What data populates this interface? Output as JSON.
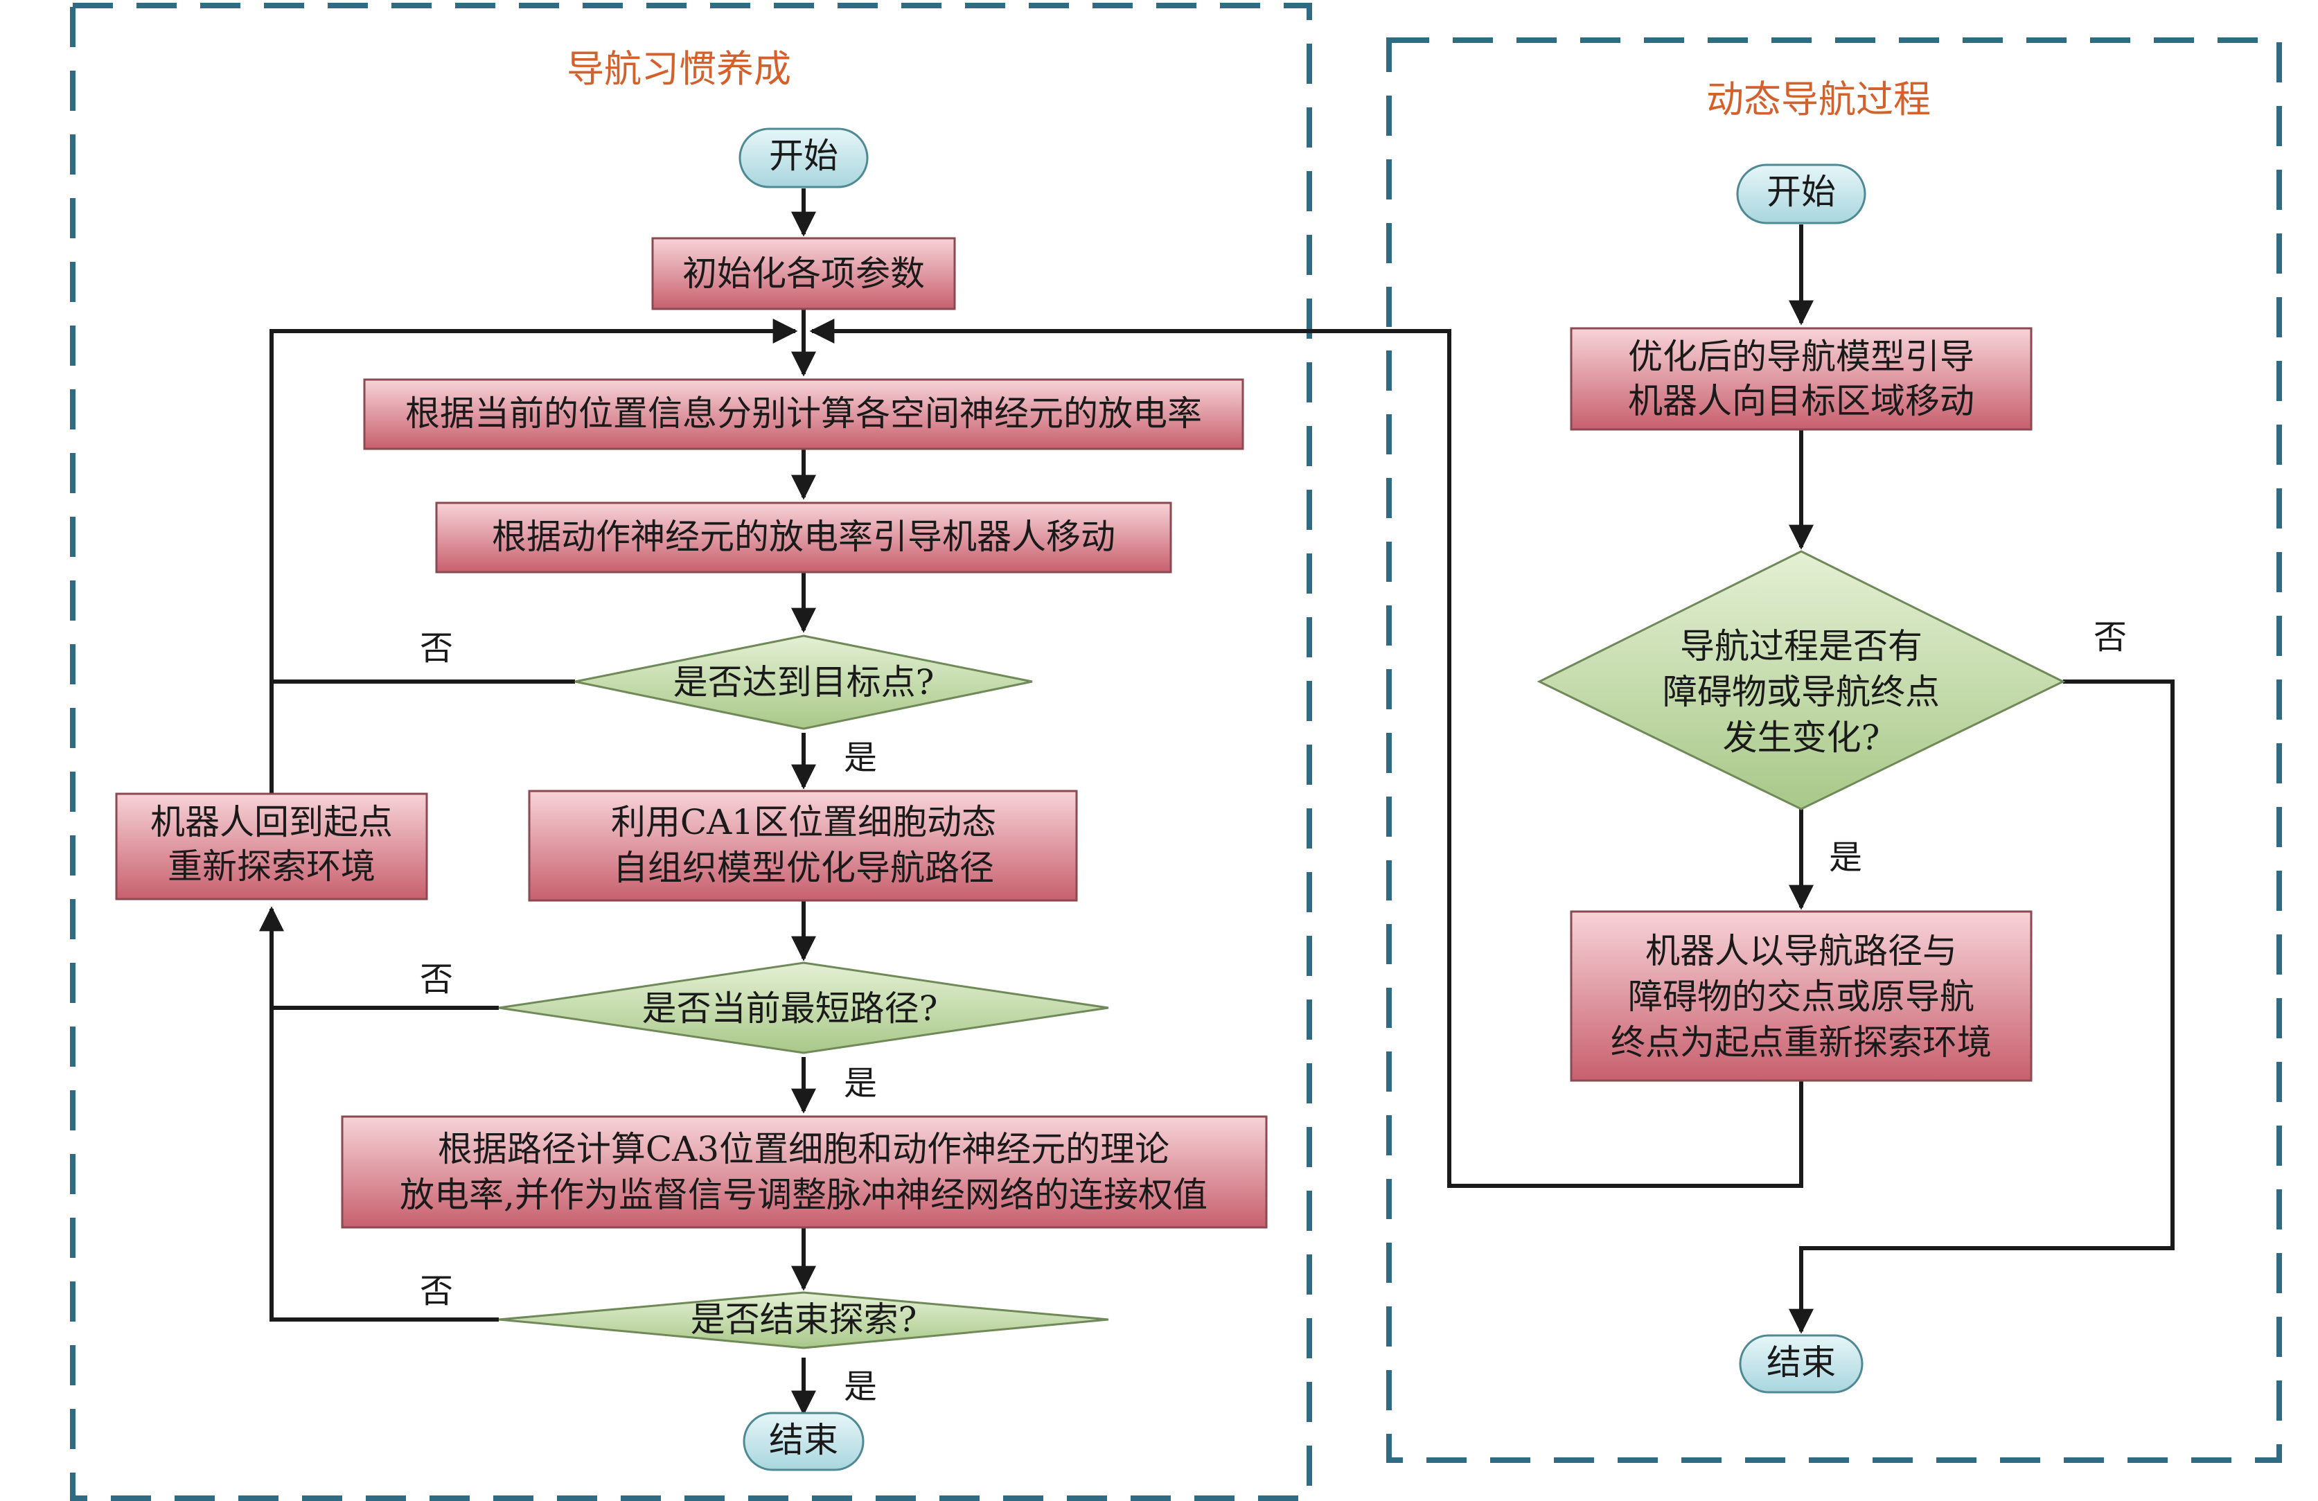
{
  "colors": {
    "frame": "#2f6b82",
    "title": "#d4612c",
    "line": "#1a1a1a",
    "process_top": "#f7d3d8",
    "process_bottom": "#c8606e",
    "process_border": "#8a4a52",
    "decision_top": "#e4f0d4",
    "decision_bottom": "#a9c889",
    "decision_border": "#6f8a58",
    "terminal_top": "#e6f6f8",
    "terminal_bottom": "#a9d6de",
    "terminal_border": "#4f8a94",
    "text": "#1a1a1a"
  },
  "left_panel": {
    "title": "导航习惯养成",
    "start": "开始",
    "init": "初始化各项参数",
    "compute_rate": "根据当前的位置信息分别计算各空间神经元的放电率",
    "guide_move": "根据动作神经元的放电率引导机器人移动",
    "reached_target": "是否达到目标点?",
    "ca1_line1": "利用CA1区位置细胞动态",
    "ca1_line2": "自组织模型优化导航路径",
    "shortest_path": "是否当前最短路径?",
    "ca3_line1": "根据路径计算CA3位置细胞和动作神经元的理论",
    "ca3_line2": "放电率,并作为监督信号调整脉冲神经网络的连接权值",
    "end_explore": "是否结束探索?",
    "end": "结束",
    "return_line1": "机器人回到起点",
    "return_line2": "重新探索环境",
    "no_label_1": "否",
    "no_label_2": "否",
    "no_label_3": "否",
    "yes_label_1": "是",
    "yes_label_2": "是",
    "yes_label_3": "是"
  },
  "right_panel": {
    "title": "动态导航过程",
    "start": "开始",
    "guide_line1": "优化后的导航模型引导",
    "guide_line2": "机器人向目标区域移动",
    "change_line1": "导航过程是否有",
    "change_line2": "障碍物或导航终点",
    "change_line3": "发生变化?",
    "yes_label": "是",
    "no_label": "否",
    "reexplore_line1": "机器人以导航路径与",
    "reexplore_line2": "障碍物的交点或原导航",
    "reexplore_line3": "终点为起点重新探索环境",
    "end": "结束"
  }
}
